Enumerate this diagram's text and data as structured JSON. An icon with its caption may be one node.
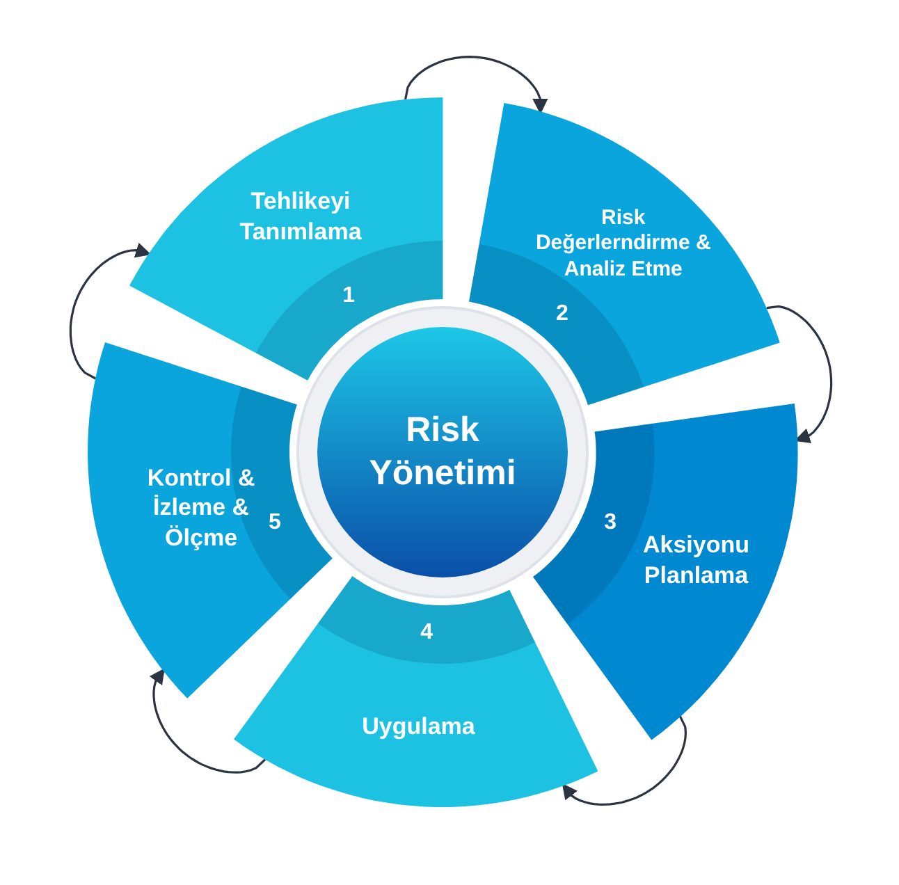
{
  "diagram": {
    "nodes": [
      {
        "text": [
          "Risk Yönetimi"
        ]
      },
      {
        "text": [
          "Tehlikeyi Tanımlama",
          "1"
        ]
      },
      {
        "text": [
          "Risk Değerlerndirme & Analiz Etme",
          "2"
        ]
      },
      {
        "text": [
          "3",
          "Aksiyonu Planlama"
        ]
      },
      {
        "text": [
          "4",
          "Uygulama"
        ]
      },
      {
        "text": [
          "Kontrol & İzleme & Ölçme",
          "5"
        ]
      }
    ],
    "edges": [
      {
        "from": 1,
        "to": 2,
        "arrow": "to"
      },
      {
        "from": 2,
        "to": 3,
        "arrow": "to"
      },
      {
        "from": 3,
        "to": 4,
        "arrow": "to"
      },
      {
        "from": 4,
        "to": 5,
        "arrow": "to"
      },
      {
        "from": 5,
        "to": 1,
        "arrow": "to"
      }
    ]
  }
}
